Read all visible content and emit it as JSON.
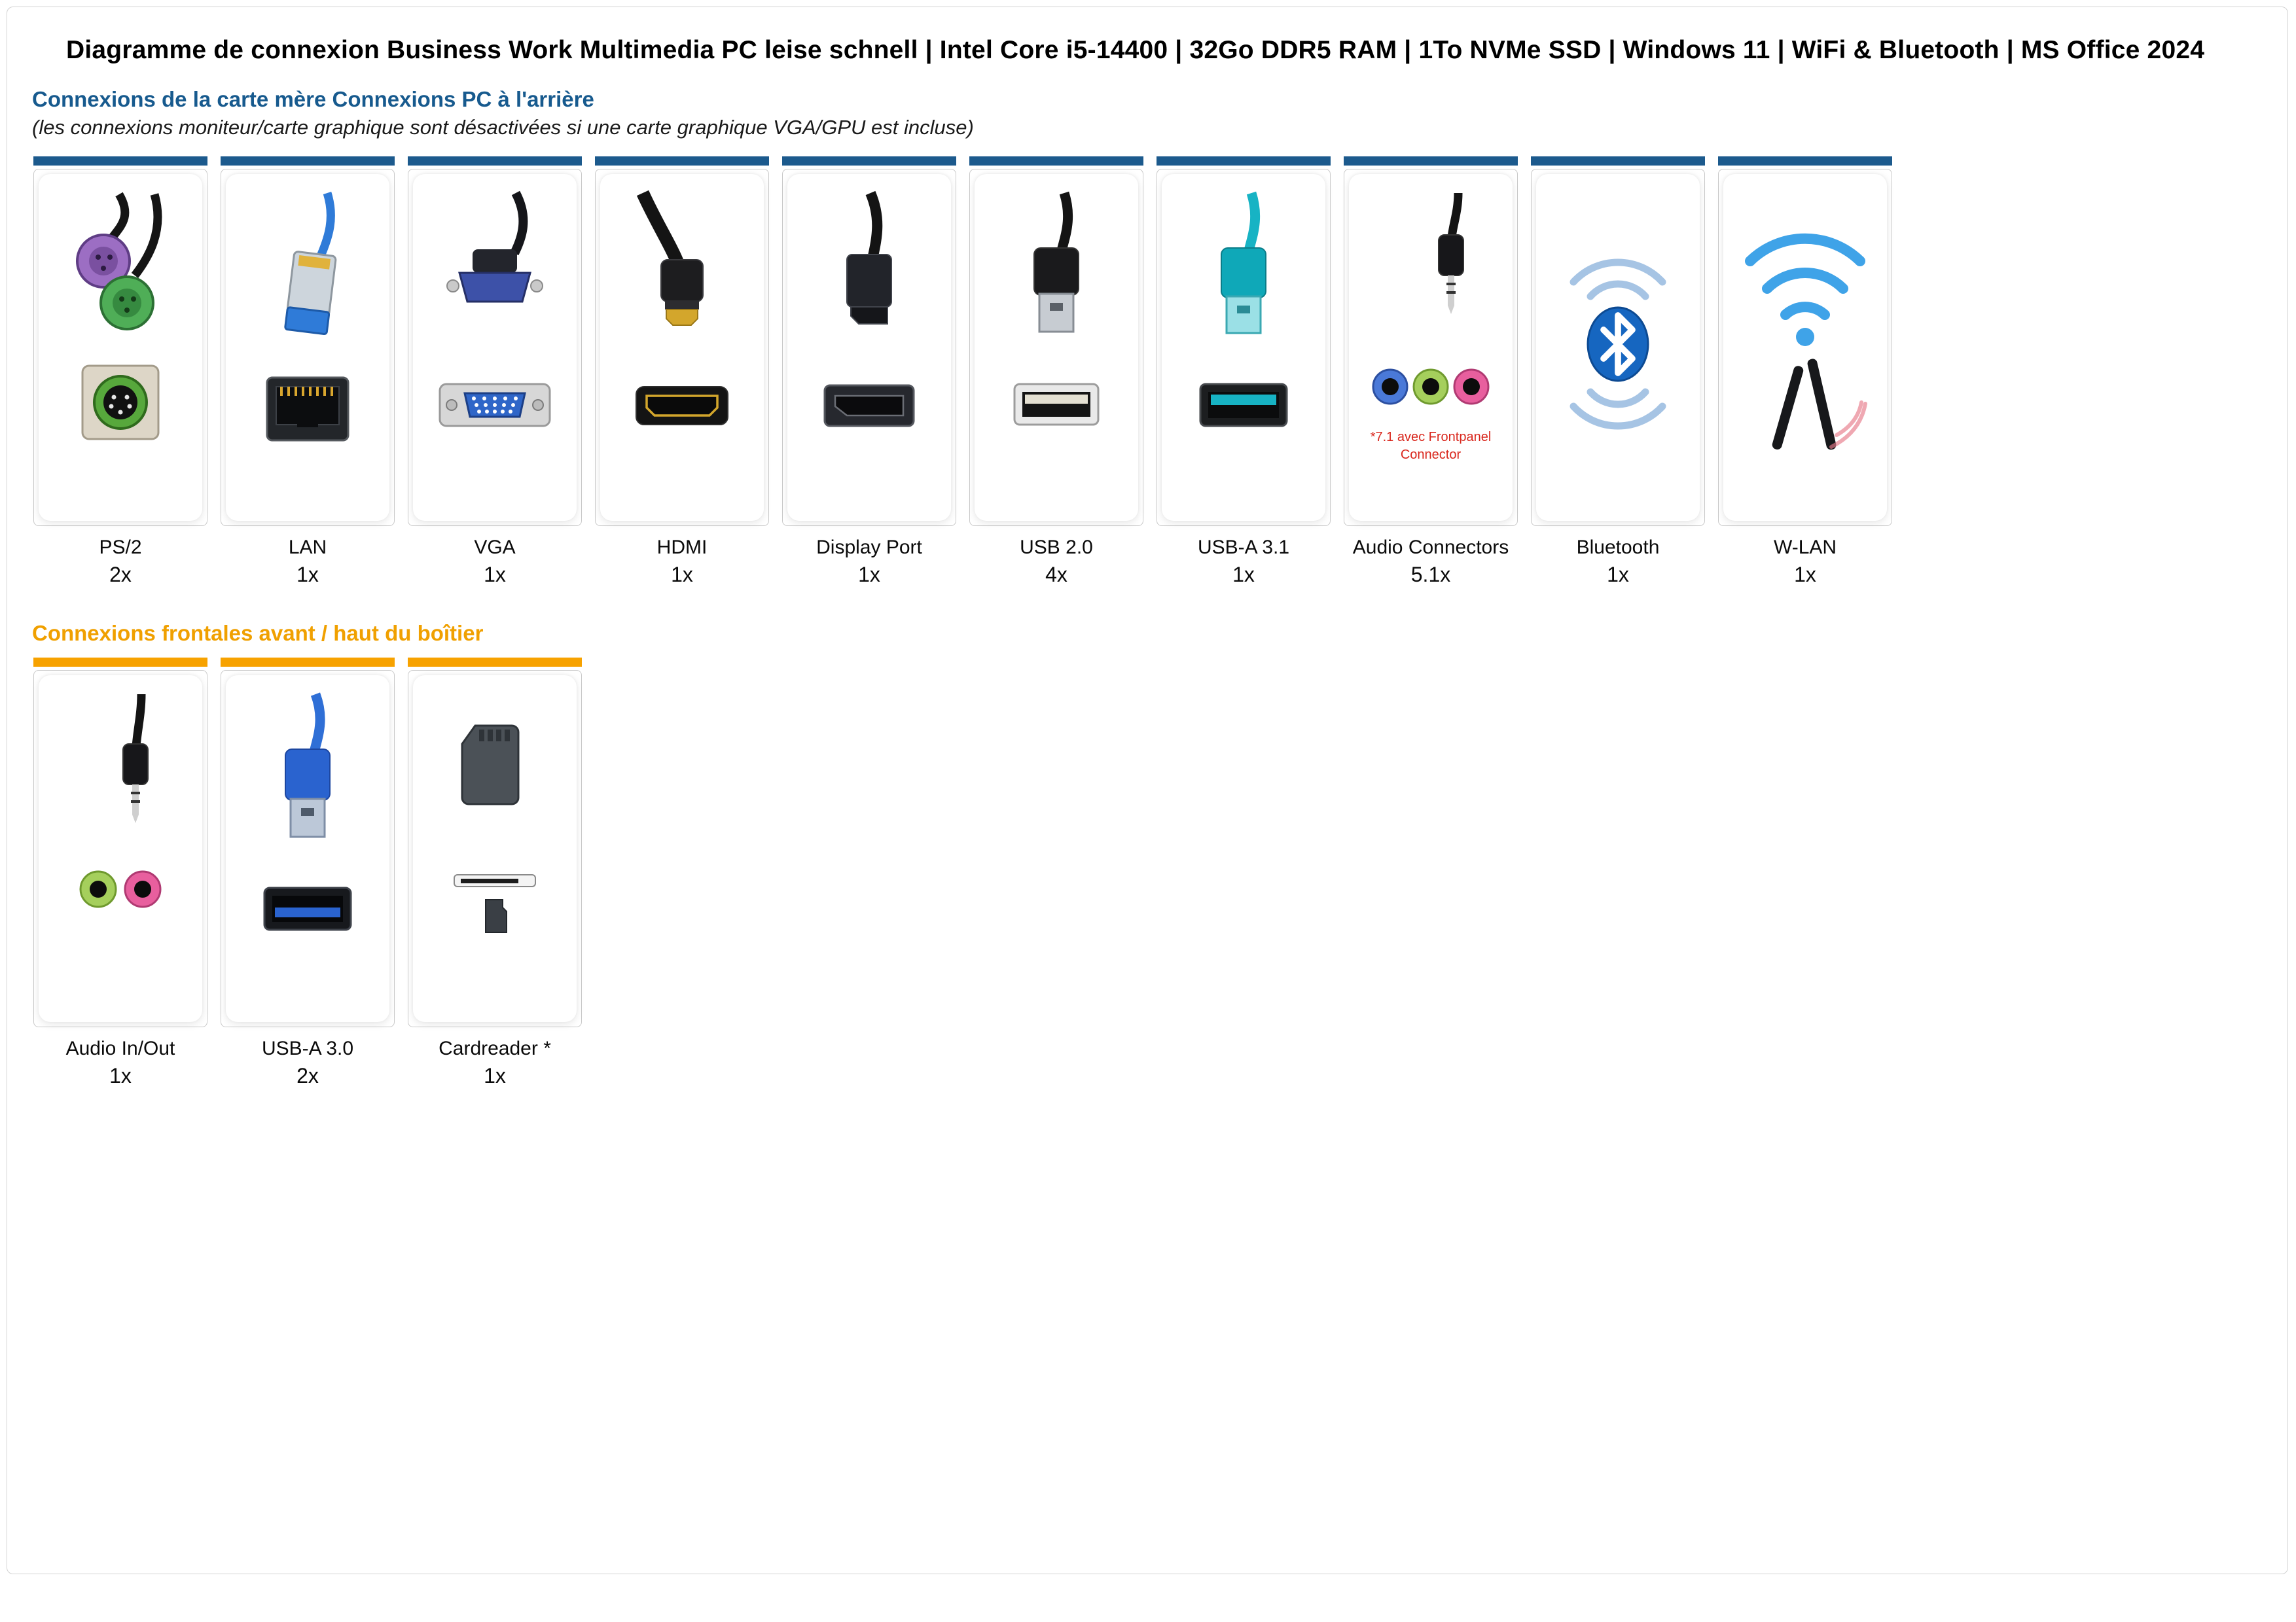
{
  "page": {
    "title": "Diagramme de connexion Business Work Multimedia PC leise schnell | Intel Core i5-14400 | 32Go DDR5 RAM | 1To NVMe SSD | Windows 11 | WiFi & Bluetooth | MS Office 2024"
  },
  "colors": {
    "rear_accent": "#1c5a8d",
    "front_accent": "#f7a200",
    "rear_heading": "#175a8e",
    "front_heading": "#f0a000",
    "note_red": "#d9261c"
  },
  "rear_section": {
    "heading": "Connexions de la carte mère Connexions PC à l'arrière",
    "subheading": "(les connexions moniteur/carte graphique sont désactivées si une carte graphique VGA/GPU est incluse)",
    "ports": [
      {
        "label": "PS/2",
        "count": "2x",
        "icon": "ps2-icon"
      },
      {
        "label": "LAN",
        "count": "1x",
        "icon": "lan-icon"
      },
      {
        "label": "VGA",
        "count": "1x",
        "icon": "vga-icon"
      },
      {
        "label": "HDMI",
        "count": "1x",
        "icon": "hdmi-icon"
      },
      {
        "label": "Display Port",
        "count": "1x",
        "icon": "displayport-icon"
      },
      {
        "label": "USB 2.0",
        "count": "4x",
        "icon": "usb2-icon"
      },
      {
        "label": "USB-A 3.1",
        "count": "1x",
        "icon": "usb31-icon"
      },
      {
        "label": "Audio Connectors",
        "count": "5.1x",
        "icon": "audio-connectors-icon",
        "note": "*7.1 avec Frontpanel Connector"
      },
      {
        "label": "Bluetooth",
        "count": "1x",
        "icon": "bluetooth-icon"
      },
      {
        "label": "W-LAN",
        "count": "1x",
        "icon": "wlan-icon"
      }
    ]
  },
  "front_section": {
    "heading": "Connexions frontales avant / haut du boîtier",
    "ports": [
      {
        "label": "Audio In/Out",
        "count": "1x",
        "icon": "audio-inout-icon"
      },
      {
        "label": "USB-A 3.0",
        "count": "2x",
        "icon": "usb30-icon"
      },
      {
        "label": "Cardreader *",
        "count": "1x",
        "icon": "cardreader-icon"
      }
    ]
  }
}
